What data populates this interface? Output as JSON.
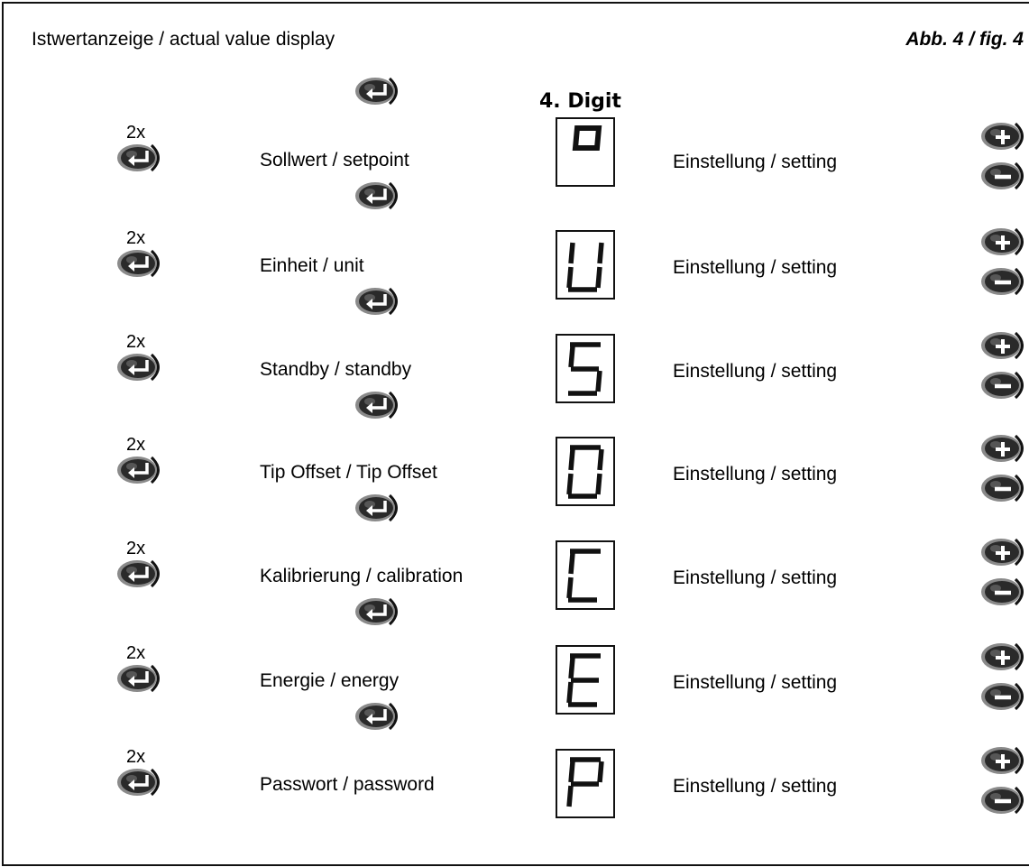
{
  "header": {
    "title": "Istwertanzeige / actual value display",
    "figure": "Abb. 4 / fig. 4"
  },
  "digit_heading": "4. Digit",
  "repeat_label": "2x",
  "rows": [
    {
      "menu": "Sollwert / setpoint",
      "symbol": "o",
      "setting": "Einstellung / setting"
    },
    {
      "menu": "Einheit / unit",
      "symbol": "U",
      "setting": "Einstellung / setting"
    },
    {
      "menu": "Standby / standby",
      "symbol": "S",
      "setting": "Einstellung / setting"
    },
    {
      "menu": "Tip Offset / Tip Offset",
      "symbol": "O",
      "setting": "Einstellung / setting"
    },
    {
      "menu": "Kalibrierung / calibration",
      "symbol": "C",
      "setting": "Einstellung / setting"
    },
    {
      "menu": "Energie / energy",
      "symbol": "E",
      "setting": "Einstellung / setting"
    },
    {
      "menu": "Passwort / password",
      "symbol": "P",
      "setting": "Einstellung / setting"
    }
  ],
  "icons": {
    "enter": "enter-button-icon",
    "plus": "plus-button-icon",
    "minus": "minus-button-icon"
  }
}
